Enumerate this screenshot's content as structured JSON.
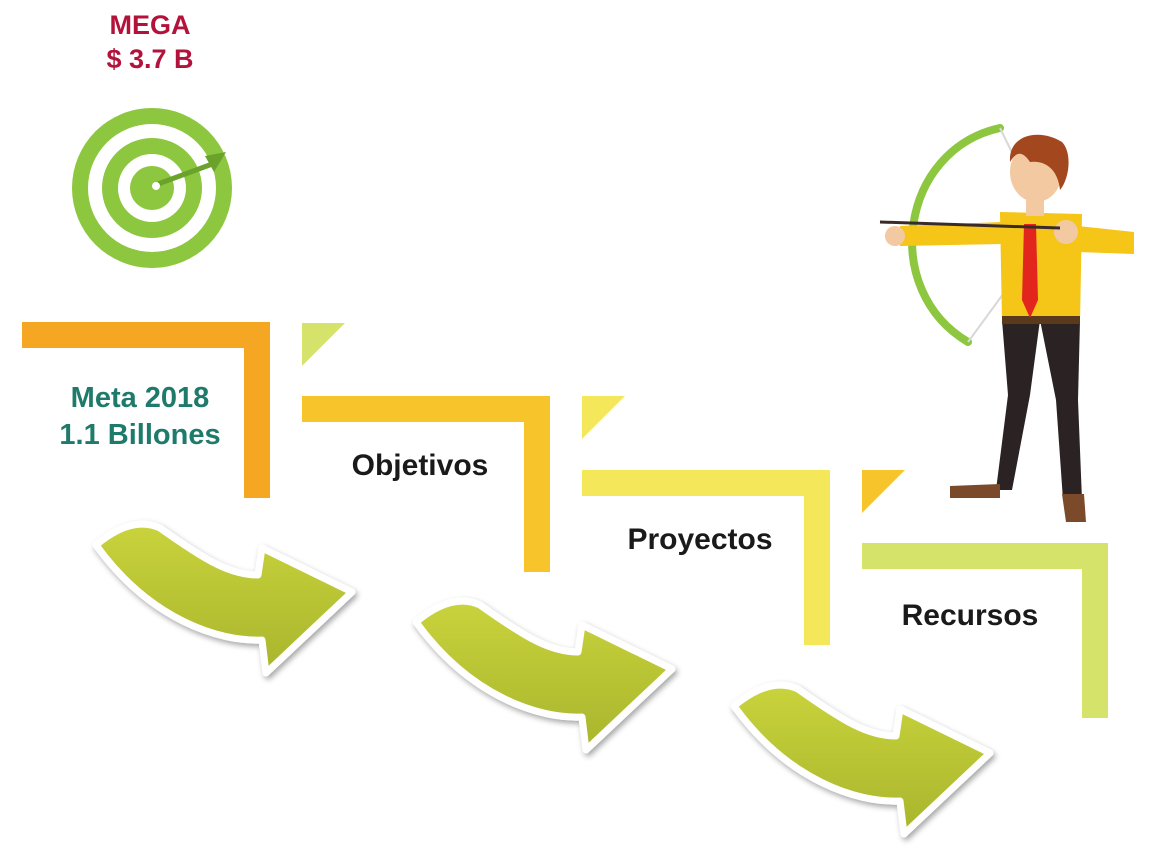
{
  "goal": {
    "title": "MEGA",
    "amount": "$ 3.7 B",
    "target_icon": "target-arrow-icon"
  },
  "meta": {
    "line1": "Meta 2018",
    "line2": "1.1 Billones"
  },
  "steps": [
    {
      "label": "Objetivos"
    },
    {
      "label": "Proyectos"
    },
    {
      "label": "Recursos"
    }
  ],
  "colors": {
    "mega_text": "#b3123b",
    "meta_text": "#1e7a6b",
    "step1": "#f5a623",
    "step2": "#f8c42c",
    "step3": "#f4e85a",
    "step4": "#d6e36a",
    "arrow": "#b8c234",
    "target": "#8dc63f"
  },
  "illustration": "archer-icon"
}
